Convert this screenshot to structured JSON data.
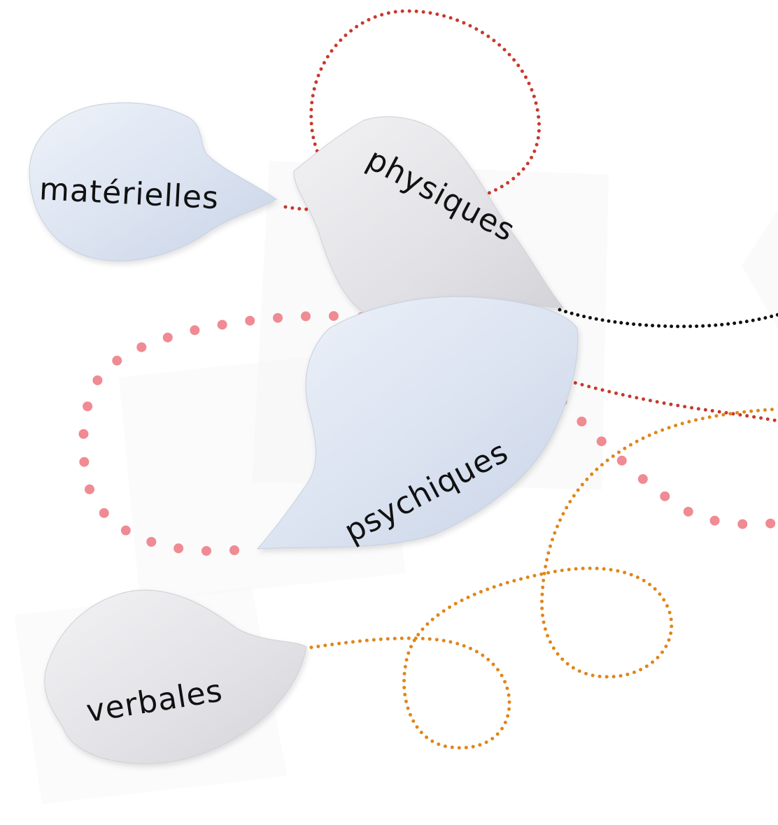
{
  "labels": {
    "materielles": "matérielles",
    "physiques": "physiques",
    "psychiques": "psychiques",
    "verbales": "verbales"
  },
  "colors": {
    "red_dots": "#c9382c",
    "pink_dots": "#f08a93",
    "orange_dots": "#e0861a",
    "black_dots": "#111111",
    "paper_blue": "#dde5f2",
    "paper_grey": "#e3e3e6",
    "text": "#111111"
  }
}
